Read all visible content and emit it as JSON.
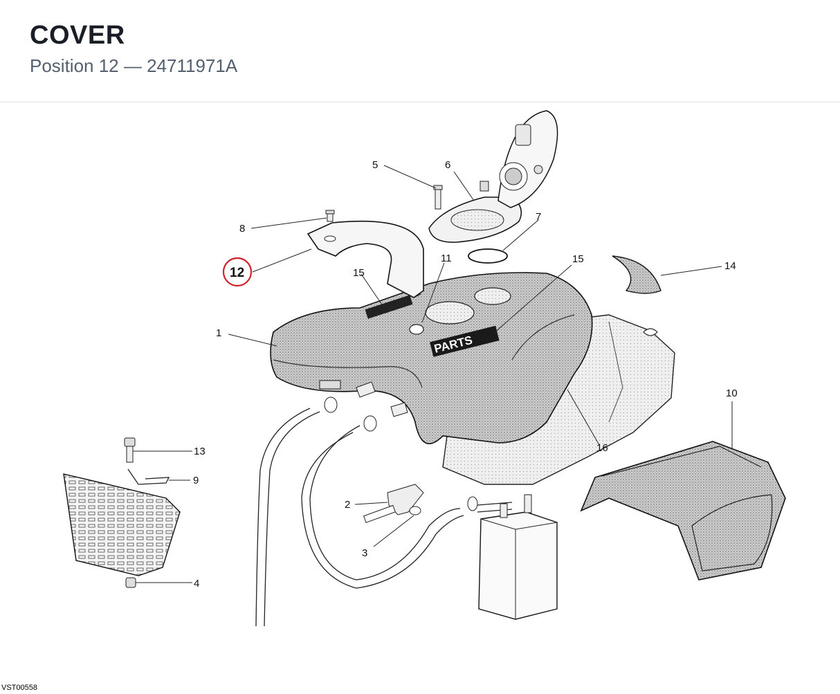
{
  "header": {
    "title": "COVER",
    "subtitle": "Position 12 — 24711971A"
  },
  "diagram": {
    "highlight_color": "#d0202a",
    "callouts": [
      {
        "id": "c1",
        "label": "1"
      },
      {
        "id": "c2",
        "label": "2"
      },
      {
        "id": "c3",
        "label": "3"
      },
      {
        "id": "c4",
        "label": "4"
      },
      {
        "id": "c5",
        "label": "5"
      },
      {
        "id": "c6",
        "label": "6"
      },
      {
        "id": "c7",
        "label": "7"
      },
      {
        "id": "c8",
        "label": "8"
      },
      {
        "id": "c9",
        "label": "9"
      },
      {
        "id": "c10",
        "label": "10"
      },
      {
        "id": "c11",
        "label": "11"
      },
      {
        "id": "c12",
        "label": "12"
      },
      {
        "id": "c13",
        "label": "13"
      },
      {
        "id": "c14",
        "label": "14"
      },
      {
        "id": "c15a",
        "label": "15"
      },
      {
        "id": "c15b",
        "label": "15"
      },
      {
        "id": "c16",
        "label": "16"
      }
    ],
    "decal_text": "PARTS",
    "reference": "VST00558"
  }
}
